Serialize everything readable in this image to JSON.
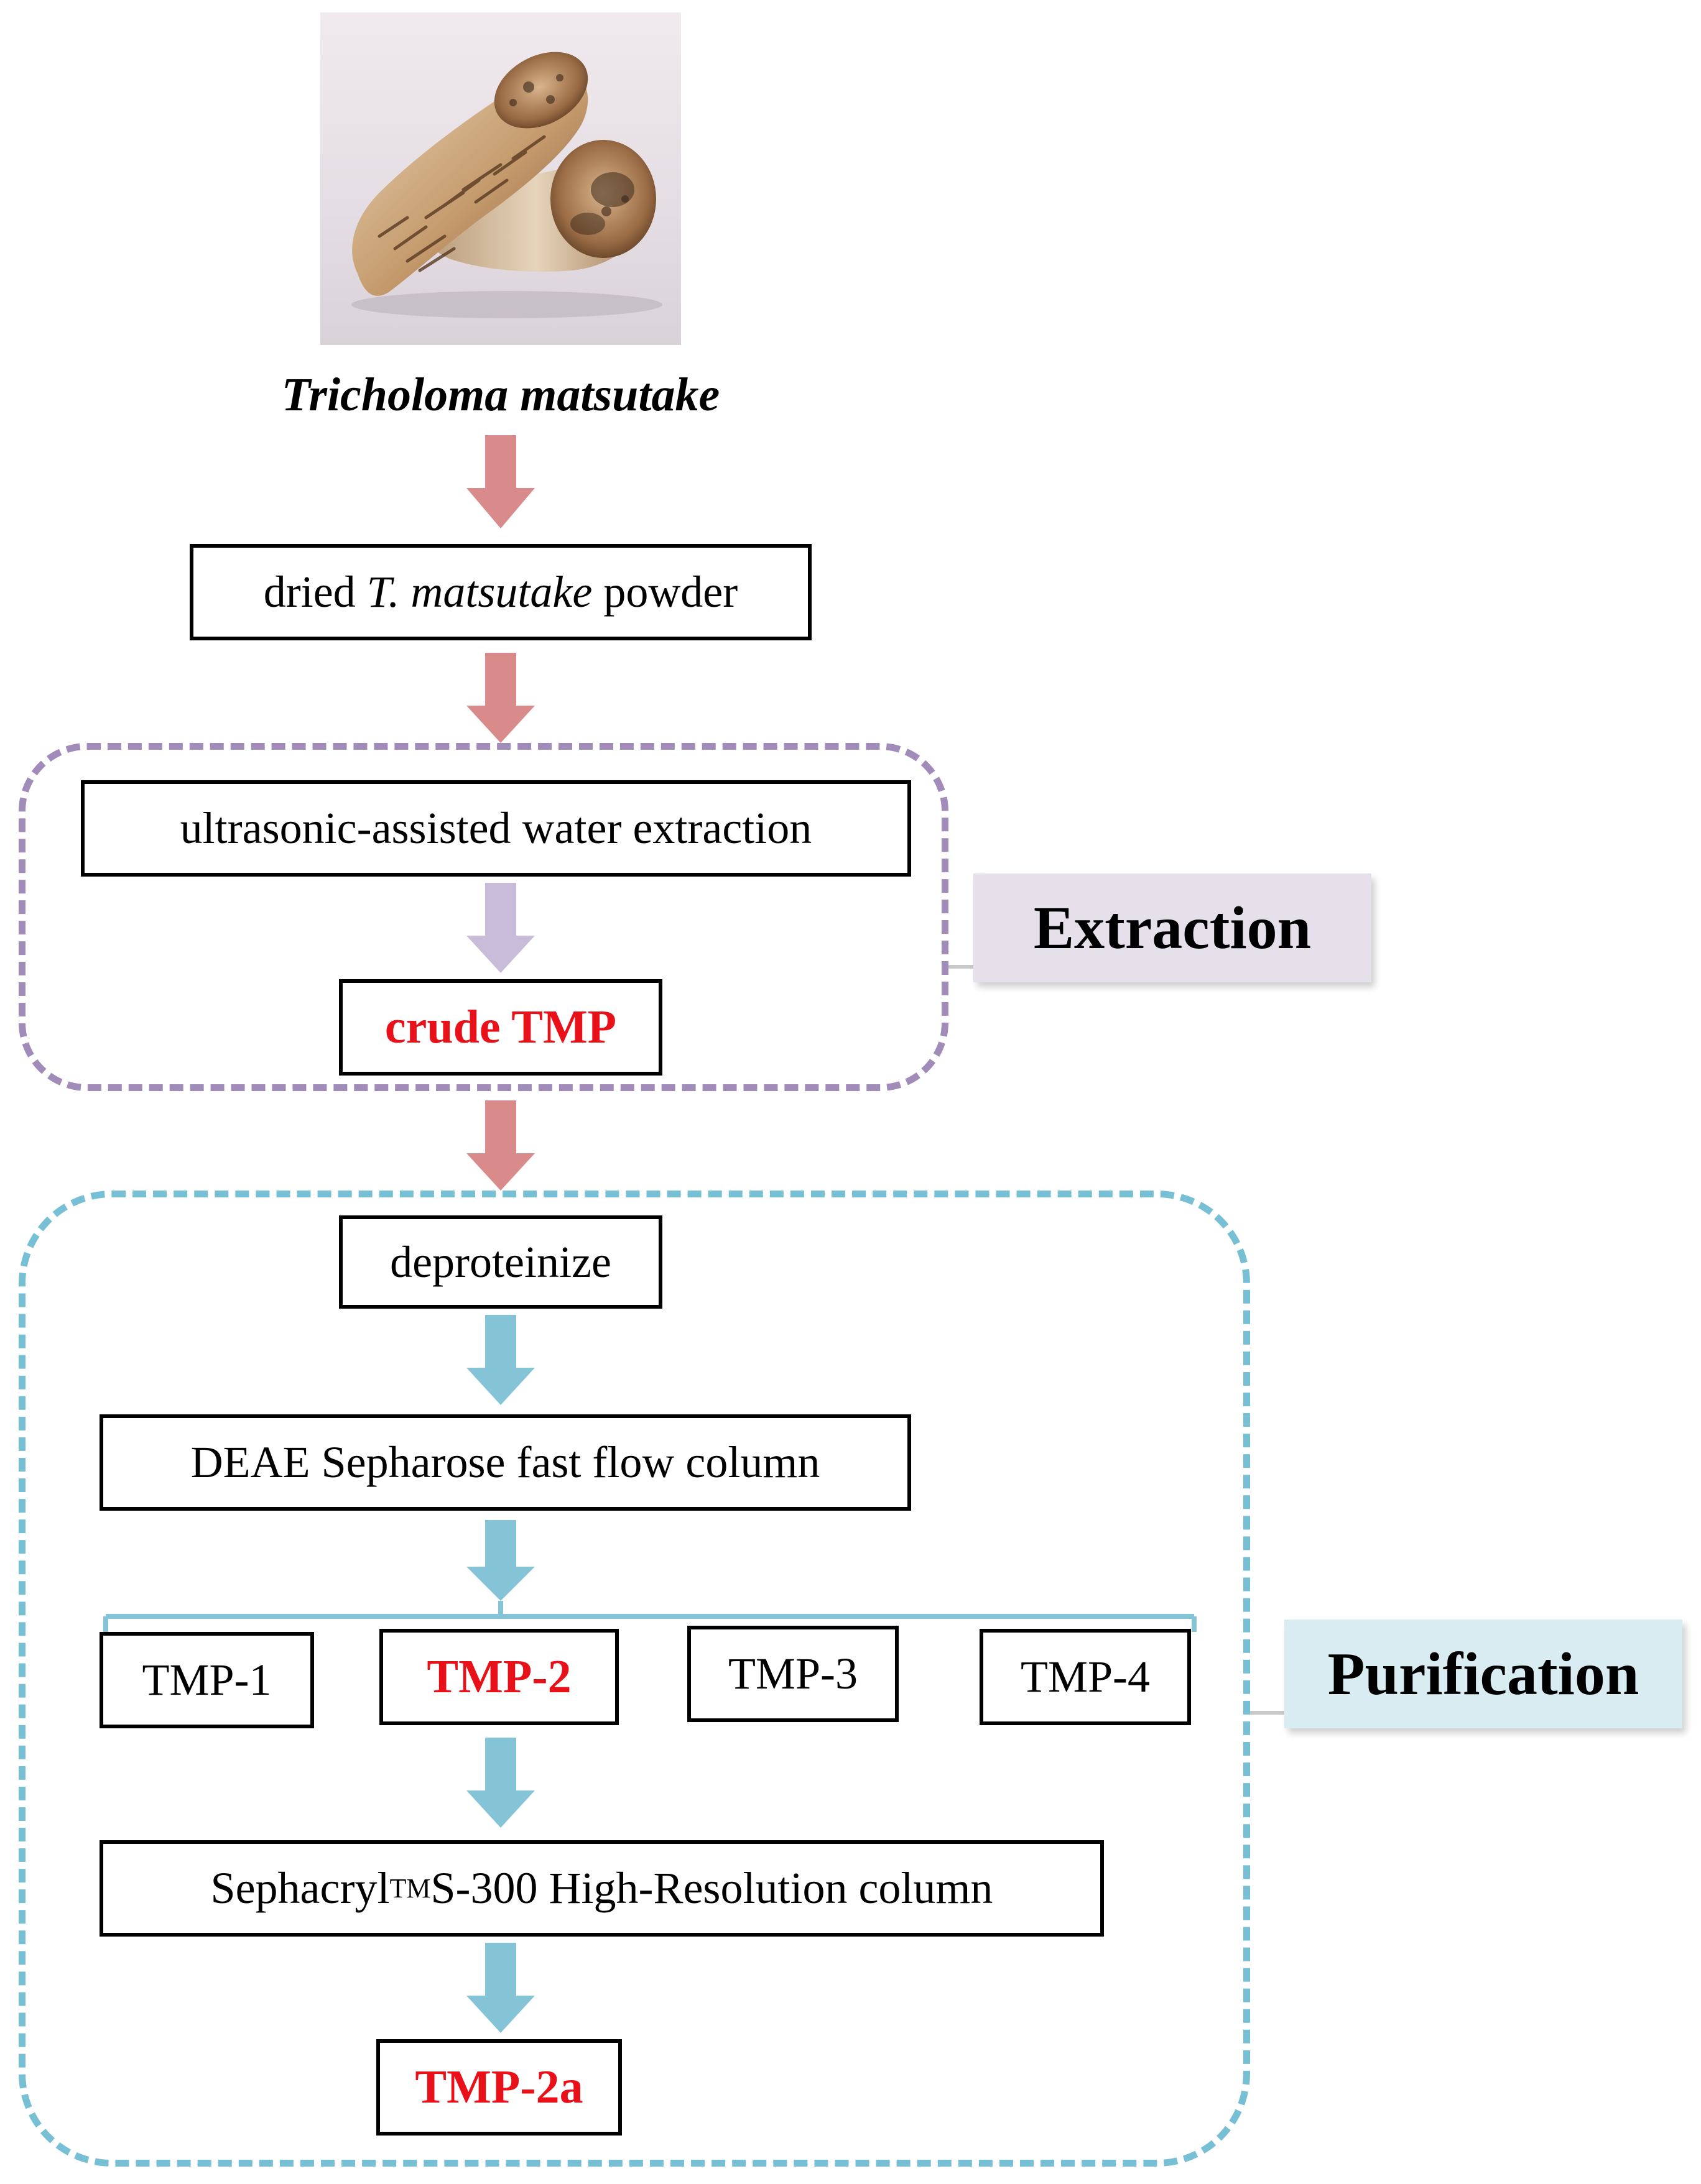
{
  "species_label": "Tricholoma matsutake",
  "powder": {
    "prefix": "dried ",
    "italic": "T. matsutake",
    "suffix": " powder"
  },
  "steps": {
    "ultrasonic": "ultrasonic-assisted water extraction",
    "crude": "crude TMP",
    "deproteinize": "deproteinize",
    "deae": "DEAE Sepharose fast flow column",
    "sephacryl_prefix": "Sephacryl",
    "sephacryl_sup": "TM",
    "sephacryl_suffix": "S-300 High-Resolution column",
    "final": "TMP-2a"
  },
  "fractions": [
    "TMP-1",
    "TMP-2",
    "TMP-3",
    "TMP-4"
  ],
  "highlighted_fraction": "TMP-2",
  "stage_labels": {
    "extraction": "Extraction",
    "purification": "Purification"
  },
  "colors": {
    "arrow_main": "#d98a8a",
    "arrow_extraction": "#c9bcd9",
    "arrow_purification": "#85c4d7",
    "highlight_text": "#e8111a",
    "extraction_frame": "#a08bb9",
    "purification_frame": "#77bfd4",
    "extraction_tag_bg": "#e6e0ea",
    "purification_tag_bg": "#d9ecf1"
  },
  "image": {
    "subject": "matsutake mushroom photo"
  }
}
